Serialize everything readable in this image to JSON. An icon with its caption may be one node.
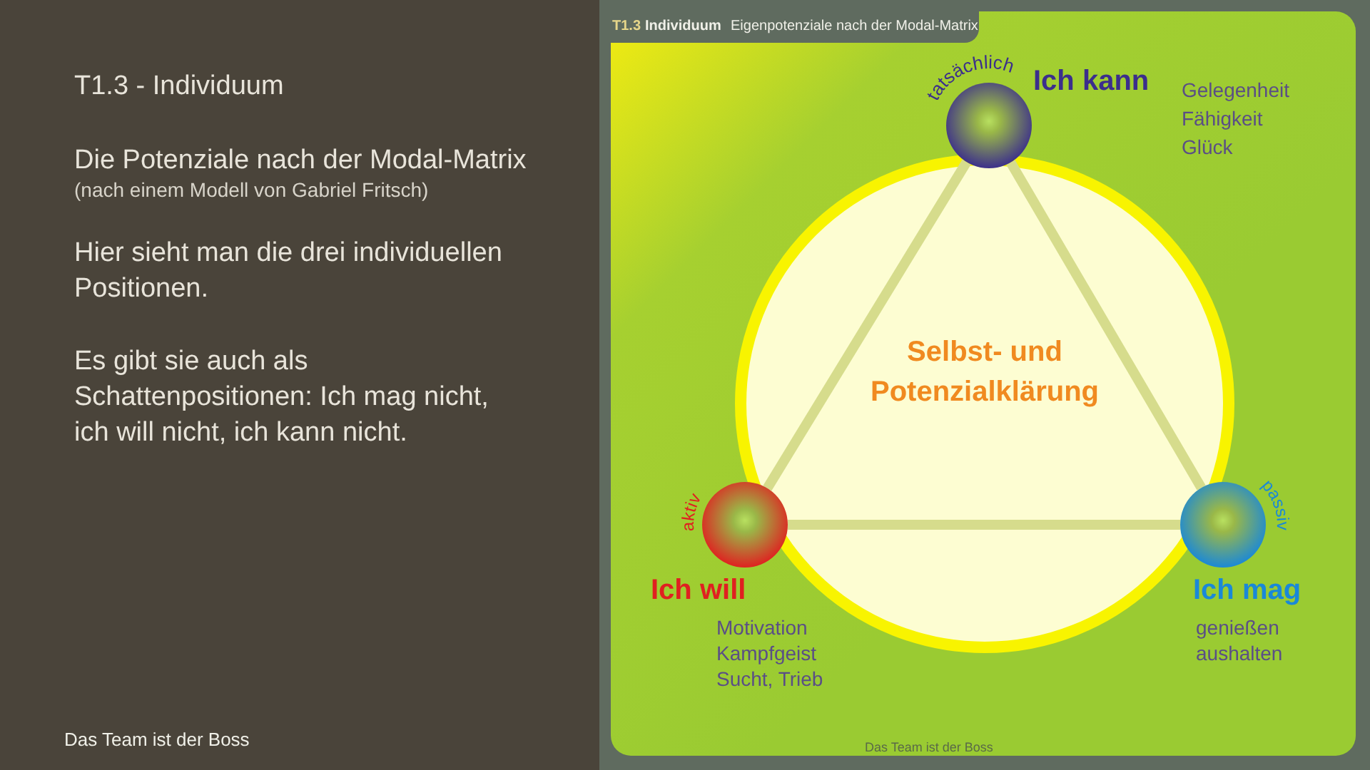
{
  "diagram": {
    "title": "T1.3 - Individuum",
    "nodes": [
      {
        "text": [],
        "shape": "circle",
        "beside": [
          "tatsächlich",
          "Ich kann",
          "Gelegenheit Fähigkeit Glück"
        ]
      },
      {
        "text": [],
        "shape": "circle",
        "beside": [
          "aktiv",
          "Ich will",
          "Motivation Kampfgeist Sucht, Trieb"
        ]
      },
      {
        "text": [],
        "shape": "circle",
        "beside": [
          "passiv",
          "Ich mag",
          "genießen aushalten"
        ]
      }
    ],
    "edges": [
      {
        "from": 0,
        "to": 1,
        "arrow": "none"
      },
      {
        "from": 1,
        "to": 2,
        "arrow": "none"
      },
      {
        "from": 2,
        "to": 0,
        "arrow": "none"
      }
    ],
    "labels": [
      "T1.3",
      "Individuum",
      "Eigenpotenziale nach der Modal-Matrix",
      "Die Potenziale nach der Modal-Matrix",
      "(nach einem Modell von Gabriel Fritsch)",
      "Hier sieht man die drei individuellen Positionen.",
      "Es gibt sie auch als Schattenpositionen: Ich mag nicht, ich will nicht, ich kann nicht.",
      "Selbst- und Potenzialklärung",
      "Das Team ist der Boss",
      "Das Team ist der Boss"
    ]
  }
}
